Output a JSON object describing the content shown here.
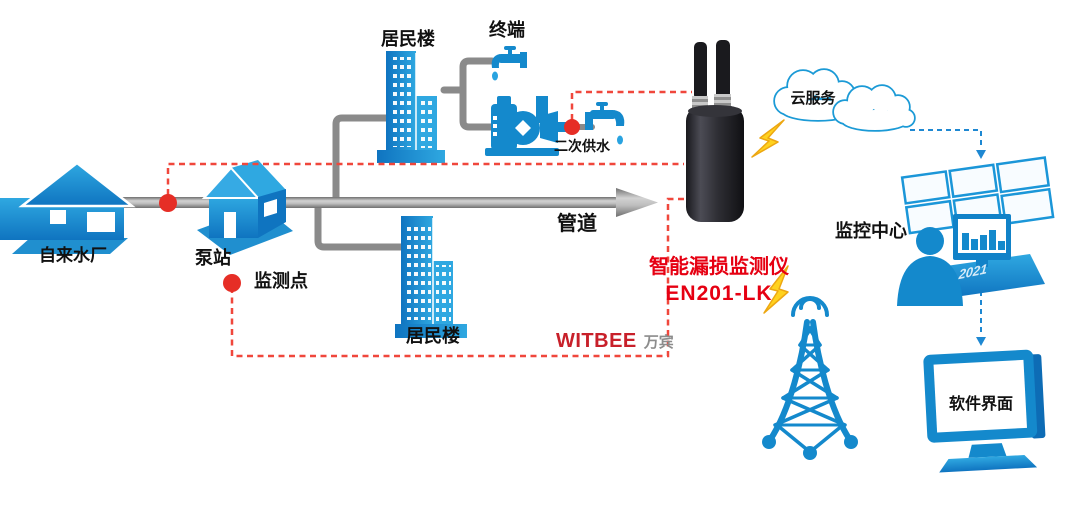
{
  "labels": {
    "water_plant": "自来水厂",
    "pump_station": "泵站",
    "monitor_point": "监测点",
    "residential_top": "居民楼",
    "terminal": "终端",
    "secondary_supply": "二次供水",
    "pipeline": "管道",
    "residential_bottom": "居民楼",
    "device_name": "智能漏损监测仪",
    "device_model": "EN201-LK",
    "cloud_service": "云服务",
    "monitor_center": "监控中心",
    "software_ui": "软件界面",
    "brand_en": "WITBEE",
    "brand_cn": "万宾",
    "desk_text": "2021"
  },
  "icons": {
    "water_plant": "house-icon",
    "pump_station": "house-3d-icon",
    "monitoring_point": "red-dot-icon",
    "residential": "building-icon",
    "terminal": "faucet-icon",
    "secondary_supply": "water-pump-icon",
    "pipeline": "pipe-arrow-icon",
    "leak_monitor": "iot-device-antenna-icon",
    "cloud": "cloud-icon",
    "signal": "lightning-icon",
    "cell_tower": "cell-tower-icon",
    "monitoring_center": "video-wall-icon",
    "operator": "person-icon",
    "software": "desktop-monitor-icon"
  },
  "colors": {
    "blue": "#1489cc",
    "blue_light": "#2fa8e1",
    "outline_blue": "#1b9ad6",
    "red_dash": "#f0473c",
    "red_dot": "#e62e26",
    "red_text": "#e60012",
    "brand_red": "#c8202a",
    "brand_gray": "#8c8c8c",
    "pipe_gray": "#8a8a8a",
    "device_black": "#2b2b31",
    "lightning_yellow": "#ffd21e"
  }
}
